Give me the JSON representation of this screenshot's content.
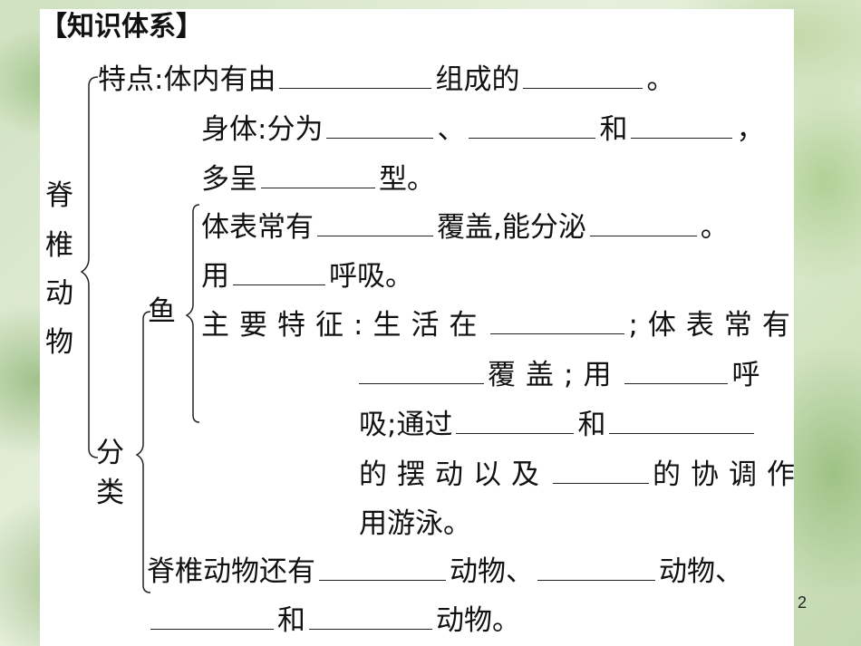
{
  "header": "【知识体系】",
  "root_label": [
    "脊",
    "椎",
    "动",
    "物"
  ],
  "features": {
    "line1_a": "特点:体内有由",
    "line1_b": "组成的",
    "line1_c": "。",
    "line2_a": "身体:分为",
    "line2_b": "、",
    "line2_c": "和",
    "line2_d": "，",
    "line3_a": "多呈",
    "line3_b": "型。"
  },
  "classification_label": [
    "分",
    "类"
  ],
  "fish": {
    "label": "鱼",
    "l1_a": "体表常有",
    "l1_b": "覆盖,能分泌",
    "l1_c": "。",
    "l2_a": "用",
    "l2_b": "呼吸。",
    "l3_a": "主要特征:生活在",
    "l3_b": ";体表常有",
    "l4_a": "覆盖;用",
    "l4_b": "呼",
    "l5_a": "吸;通过",
    "l5_b": "和",
    "l6_a": "的摆动以及",
    "l6_b": "的协调作",
    "l7": "用游泳。"
  },
  "others": {
    "l1_a": "脊椎动物还有",
    "l1_b": "动物、",
    "l1_c": "动物、",
    "l2_a": "和",
    "l2_b": "动物。"
  },
  "page_number": "2"
}
